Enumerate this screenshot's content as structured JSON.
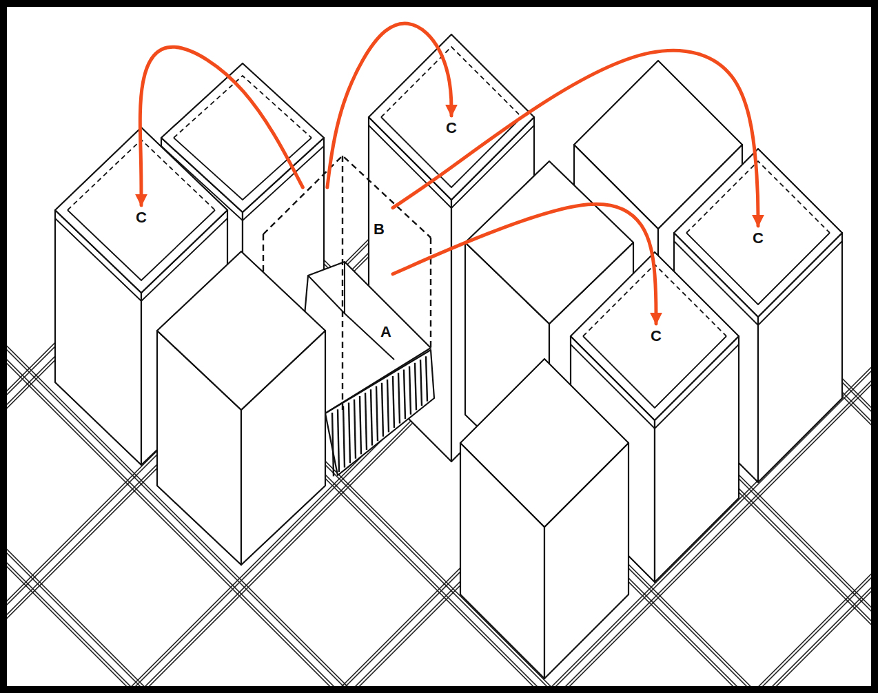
{
  "diagram": {
    "nodes": [
      {
        "text": [
          "C"
        ]
      },
      {
        "text": [
          "C"
        ]
      },
      {
        "text": [
          "B"
        ]
      },
      {
        "text": [
          "C"
        ]
      },
      {
        "text": [
          "A"
        ]
      },
      {
        "text": [
          "C"
        ]
      }
    ],
    "edges": [
      {
        "from": 2,
        "to": 0,
        "arrow": "to"
      },
      {
        "from": 2,
        "to": 1,
        "arrow": "to"
      },
      {
        "from": 2,
        "to": 3,
        "arrow": "to"
      },
      {
        "from": 2,
        "to": 5,
        "arrow": "to"
      }
    ]
  }
}
